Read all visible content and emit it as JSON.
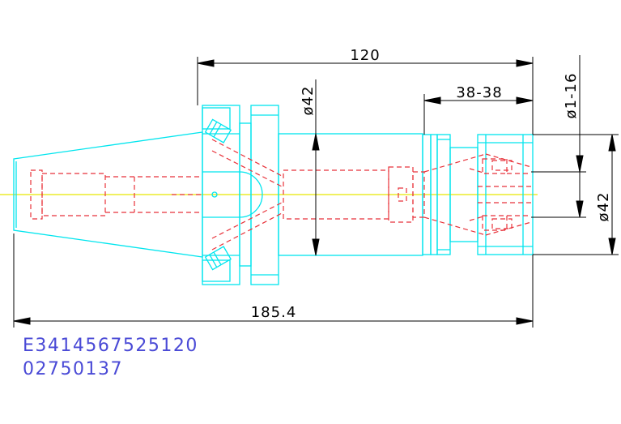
{
  "dimensions": {
    "length_upper": "120",
    "diameter_left": "ø42",
    "clamping_length": "38-38",
    "clamping_range": "ø1-16",
    "diameter_right": "ø42",
    "overall_length": "185.4"
  },
  "part_codes": [
    "E3414567525120",
    "02750137"
  ],
  "colors": {
    "outline": "#00e5ee",
    "hidden": "#e8323a",
    "centerline": "#e6e600",
    "dimension": "#000000",
    "code_text": "#4a4ad6"
  }
}
